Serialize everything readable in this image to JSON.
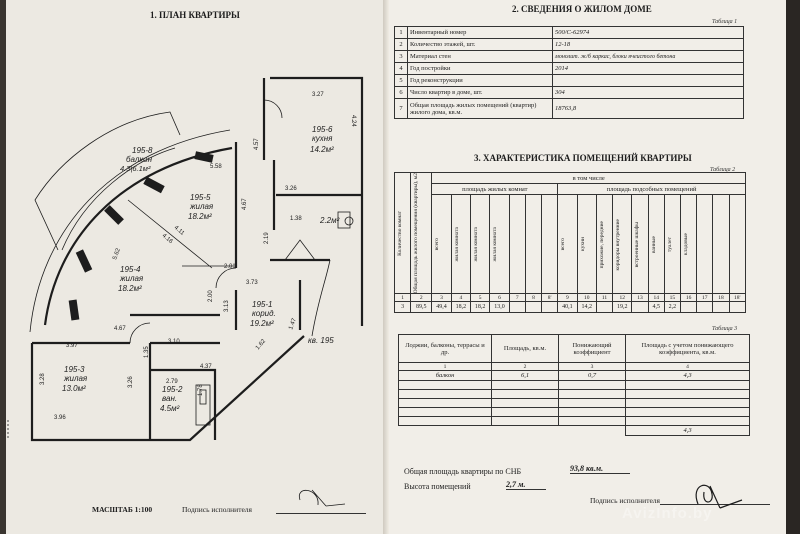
{
  "plan": {
    "title": "1. ПЛАН КВАРТИРЫ",
    "scale": "МАСШТАБ 1:100",
    "signature_label": "Подпись исполнителя",
    "rooms": [
      {
        "code": "195-8",
        "name": "балкон",
        "area": "4.3|6.1м²"
      },
      {
        "code": "195-6",
        "name": "кухня",
        "area": "14.2м²"
      },
      {
        "code": "195-5",
        "name": "жилая",
        "area": "18.2м²"
      },
      {
        "code": "195-4",
        "name": "жилая",
        "area": "18.2м²"
      },
      {
        "code": "195-1",
        "name": "корид.",
        "area": "19.2м²"
      },
      {
        "code": "195-3",
        "name": "жилая",
        "area": "13.0м²"
      },
      {
        "code": "195-2",
        "name": "ван.",
        "area": "4.5м²"
      }
    ],
    "wc_area": "2.2м²",
    "apt_label": "кв. 195",
    "dims": [
      "3.27",
      "4.24",
      "4.57",
      "5.58",
      "4.67",
      "3.26",
      "1.38",
      "2.19",
      "4.11",
      "4.16",
      "5.62",
      "2.01",
      "3.73",
      "2.00",
      "3.13",
      "4.67",
      "3.10",
      "3.97",
      "1.35",
      "4.37",
      "1.62",
      "1.47",
      "3.28",
      "3.26",
      "2.79",
      "1.78",
      "3.96"
    ]
  },
  "info": {
    "title": "2. СВЕДЕНИЯ О ЖИЛОМ ДОМЕ",
    "table_label": "Таблица 1",
    "rows": [
      {
        "n": "1",
        "label": "Инвентарный номер",
        "value": "500/С-62974"
      },
      {
        "n": "2",
        "label": "Количество этажей, шт.",
        "value": "12-18"
      },
      {
        "n": "3",
        "label": "Материал стен",
        "value": "монолит. ж/б каркас, блоки ячеистого бетона"
      },
      {
        "n": "4",
        "label": "Год постройки",
        "value": "2014"
      },
      {
        "n": "5",
        "label": "Год реконструкции",
        "value": ""
      },
      {
        "n": "6",
        "label": "Число квартир в доме, шт.",
        "value": "304"
      },
      {
        "n": "7",
        "label": "Общая площадь жилых помещений (квартир) жилого дома, кв.м.",
        "value": "18763,8"
      }
    ]
  },
  "rooms_table": {
    "title": "3. ХАРАКТЕРИСТИКА ПОМЕЩЕНИЙ КВАРТИРЫ",
    "table_label": "Таблица 2",
    "h_count": "Количество комнат",
    "h_total": "Общая площадь жилого помещения (квартиры), м2",
    "h_incl": "в том числе",
    "h_living": "площадь жилых комнат",
    "h_aux": "площадь подсобных помещений",
    "h_all": "всего",
    "h_room": "жилая комната",
    "h_kitchen": "кухни",
    "h_hall": "прихожие, передние",
    "h_corr": "коридоры внутренние",
    "h_closets": "встроенные шкафы",
    "h_bath": "ванные",
    "h_wc": "туалет",
    "h_storage": "кладовые",
    "col_nums": [
      "1",
      "2",
      "3",
      "4",
      "5",
      "6",
      "7",
      "8",
      "8'",
      "9",
      "10",
      "11",
      "12",
      "13",
      "14",
      "15",
      "16",
      "17",
      "18",
      "18'"
    ],
    "values": [
      "3",
      "89,5",
      "49,4",
      "18,2",
      "18,2",
      "13,0",
      "",
      "",
      "",
      "40,1",
      "14,2",
      "",
      "19,2",
      "",
      "4,5",
      "2,2",
      "",
      "",
      "",
      ""
    ]
  },
  "loggia": {
    "table_label": "Таблица 3",
    "headers": [
      "Лоджии, балконы, террасы и др.",
      "Площадь, кв.м.",
      "Понижающий коэффициент",
      "Площадь с учетом понижающего коэффициента, кв.м."
    ],
    "col_nums": [
      "1",
      "2",
      "3",
      "4"
    ],
    "rows": [
      {
        "name": "балкон",
        "area": "6,1",
        "coef": "0,7",
        "reduced": "4,3"
      }
    ],
    "total": "4,3"
  },
  "summary": {
    "area_label": "Общая площадь квартиры по СНБ",
    "area_value": "93,8 кв.м.",
    "height_label": "Высота помещений",
    "height_value": "2,7 м.",
    "signature_label": "Подпись исполнителя"
  },
  "watermark": "AvizInfo.by"
}
